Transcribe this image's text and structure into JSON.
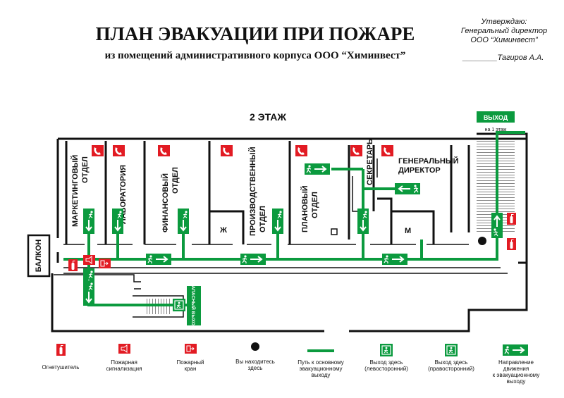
{
  "header": {
    "title": "ПЛАН ЭВАКУАЦИИ ПРИ ПОЖАРЕ",
    "subtitle": "из помещений административного корпуса ООО “Химинвест”"
  },
  "approval": {
    "line1": "Утверждаю:",
    "line2": "Генеральный директор",
    "line3": "ООО “Химинвест”",
    "signature": "________Тагиров А.А."
  },
  "floor": {
    "label": "2 ЭТАЖ"
  },
  "exit": {
    "label": "ВЫХОД",
    "note": "на 1 этаж"
  },
  "rooms": {
    "marketing1": "МАРКЕТИНГОВЫЙ",
    "marketing2": "ОТДЕЛ",
    "laboratory": "ЛАБОРАТОРИЯ",
    "finance1": "ФИНАНСОВЫЙ",
    "finance2": "ОТДЕЛ",
    "production1": "ПРОИЗВОДСТВЕННЫЙ",
    "production2": "ОТДЕЛ",
    "planning1": "ПЛАНОВЫЙ",
    "planning2": "ОТДЕЛ",
    "secretary": "СЕКРЕТАРЬ",
    "director1": "ГЕНЕРАЛЬНЫЙ",
    "director2": "ДИРЕКТОР",
    "wc_f": "Ж",
    "wc_m": "М",
    "balcony": "БАЛКОН",
    "emergency_exit": "ЗАПАСНЫЙ ВЫХОД"
  },
  "legend": [
    {
      "label": "Огнетушитель"
    },
    {
      "label": "Пожарная сигнализация"
    },
    {
      "label": "Пожарный кран"
    },
    {
      "label": "Вы находитесь здесь"
    },
    {
      "label": "Путь к основному эвакуационному выходу"
    },
    {
      "label": "Выход здесь (левосторонний)"
    },
    {
      "label": "Выход здесь (правосторонний)"
    },
    {
      "label": "Направление движения к эвакуационному выходу"
    }
  ],
  "colors": {
    "green": "#0b9a3e",
    "red": "#e21b23",
    "black": "#111111"
  }
}
